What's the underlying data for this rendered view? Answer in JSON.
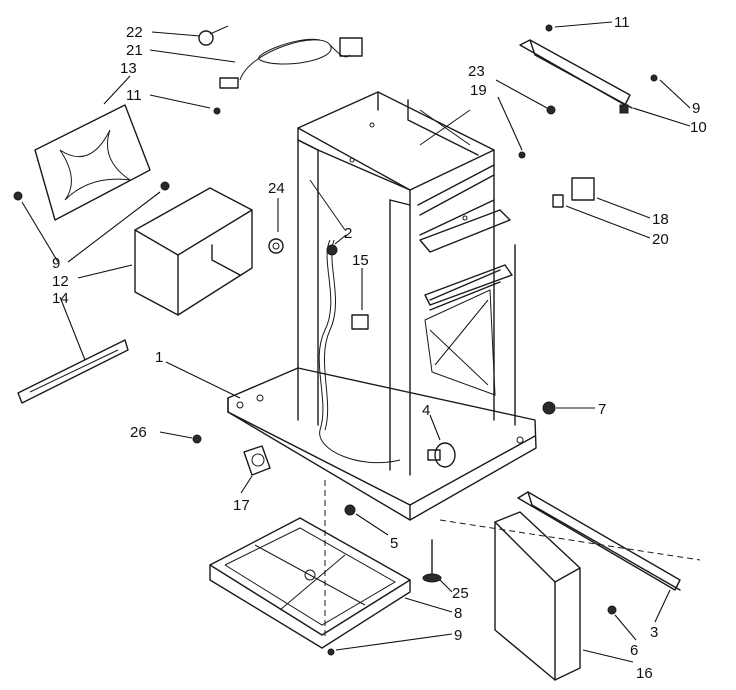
{
  "callouts": [
    {
      "id": "c22a",
      "label": "22"
    },
    {
      "id": "c21",
      "label": "21"
    },
    {
      "id": "c13",
      "label": "13"
    },
    {
      "id": "c11a",
      "label": "11"
    },
    {
      "id": "c11b",
      "label": "11"
    },
    {
      "id": "c24",
      "label": "24"
    },
    {
      "id": "c2",
      "label": "2"
    },
    {
      "id": "c15",
      "label": "15"
    },
    {
      "id": "c9a",
      "label": "9"
    },
    {
      "id": "c12",
      "label": "12"
    },
    {
      "id": "c14",
      "label": "14"
    },
    {
      "id": "c1",
      "label": "1"
    },
    {
      "id": "c26",
      "label": "26"
    },
    {
      "id": "c17",
      "label": "17"
    },
    {
      "id": "c4",
      "label": "4"
    },
    {
      "id": "c5",
      "label": "5"
    },
    {
      "id": "c25",
      "label": "25"
    },
    {
      "id": "c8",
      "label": "8"
    },
    {
      "id": "c9b",
      "label": "9"
    },
    {
      "id": "c7",
      "label": "7"
    },
    {
      "id": "c23",
      "label": "23"
    },
    {
      "id": "c19",
      "label": "19"
    },
    {
      "id": "c11c",
      "label": "11"
    },
    {
      "id": "c9c",
      "label": "9"
    },
    {
      "id": "c10",
      "label": "10"
    },
    {
      "id": "c18",
      "label": "18"
    },
    {
      "id": "c20",
      "label": "20"
    },
    {
      "id": "c3",
      "label": "3"
    },
    {
      "id": "c6",
      "label": "6"
    },
    {
      "id": "c16",
      "label": "16"
    }
  ]
}
